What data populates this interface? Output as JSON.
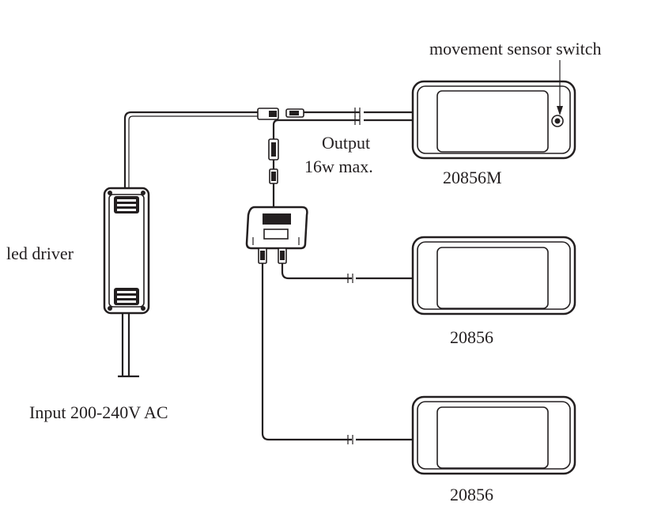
{
  "labels": {
    "sensor_switch": "movement sensor switch",
    "driver": "led driver",
    "input": "Input 200-240V AC",
    "output_line1": "Output",
    "output_line2": "16w max.",
    "light_main": "20856M",
    "light_2": "20856",
    "light_3": "20856"
  },
  "colors": {
    "ink": "#231f20",
    "background": "#ffffff"
  }
}
